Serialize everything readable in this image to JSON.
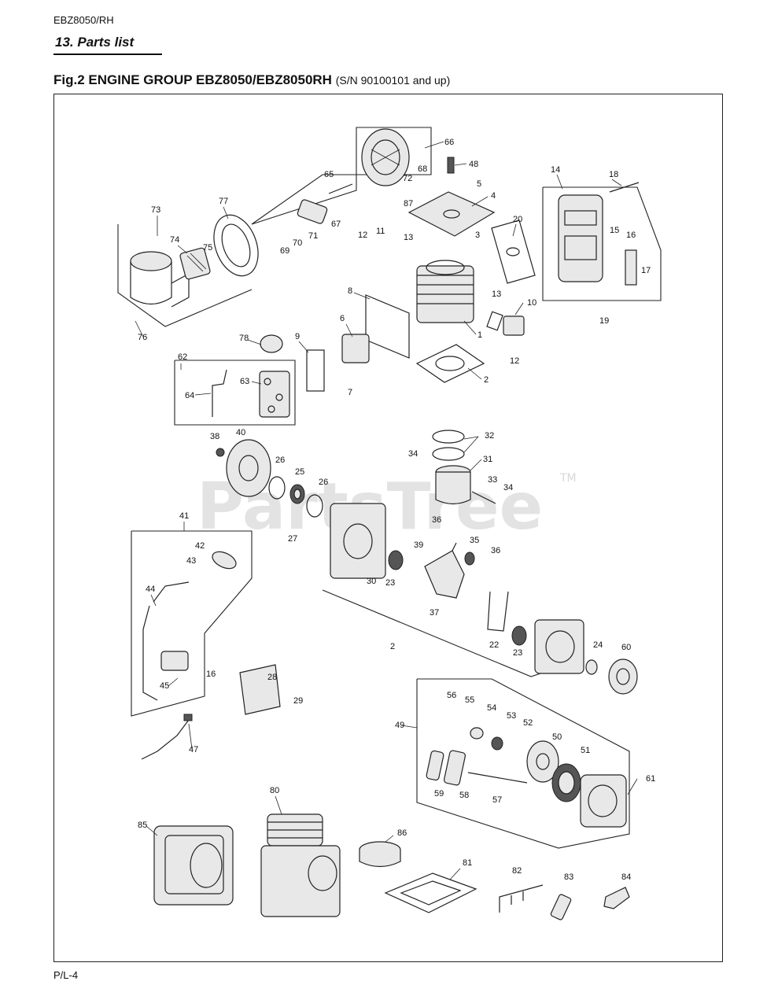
{
  "header": {
    "model_code": "EBZ8050/RH",
    "section_title": "13. Parts list",
    "figure_title": "Fig.2 ENGINE GROUP  EBZ8050/EBZ8050RH",
    "serial_note": "(S/N 90100101 and up)"
  },
  "watermark": {
    "text": "PartsTree",
    "tm": "TM"
  },
  "footer": {
    "page_number": "P/L-4"
  },
  "callouts": {
    "c1": "1",
    "c2": "2",
    "c2b": "2",
    "c3": "3",
    "c4": "4",
    "c5": "5",
    "c6": "6",
    "c7": "7",
    "c8": "8",
    "c9": "9",
    "c10": "10",
    "c11": "11",
    "c12a": "12",
    "c12b": "12",
    "c13a": "13",
    "c13b": "13",
    "c14": "14",
    "c15": "15",
    "c16": "16",
    "c16b": "16",
    "c17": "17",
    "c18": "18",
    "c19": "19",
    "c20": "20",
    "c22": "22",
    "c23a": "23",
    "c23b": "23",
    "c24": "24",
    "c25": "25",
    "c26a": "26",
    "c26b": "26",
    "c27": "27",
    "c28": "28",
    "c29": "29",
    "c30": "30",
    "c31": "31",
    "c32": "32",
    "c33": "33",
    "c34a": "34",
    "c34b": "34",
    "c35": "35",
    "c36a": "36",
    "c36b": "36",
    "c37": "37",
    "c38": "38",
    "c39": "39",
    "c40": "40",
    "c41": "41",
    "c42": "42",
    "c43": "43",
    "c44": "44",
    "c45": "45",
    "c47": "47",
    "c48": "48",
    "c49": "49",
    "c50": "50",
    "c51": "51",
    "c52": "52",
    "c53": "53",
    "c54": "54",
    "c55": "55",
    "c56": "56",
    "c57": "57",
    "c58": "58",
    "c59": "59",
    "c60": "60",
    "c61": "61",
    "c62": "62",
    "c63": "63",
    "c64": "64",
    "c65": "65",
    "c66": "66",
    "c67": "67",
    "c68": "68",
    "c69": "69",
    "c70": "70",
    "c71": "71",
    "c72": "72",
    "c73": "73",
    "c74": "74",
    "c75": "75",
    "c76": "76",
    "c77": "77",
    "c78": "78",
    "c80": "80",
    "c81": "81",
    "c82": "82",
    "c83": "83",
    "c84": "84",
    "c85": "85",
    "c86": "86",
    "c87": "87"
  }
}
